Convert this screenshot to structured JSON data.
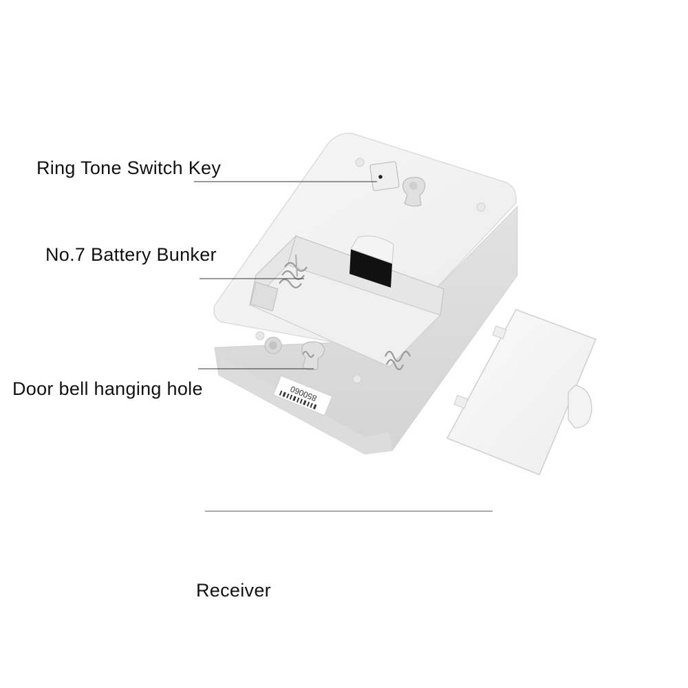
{
  "callouts": {
    "ring_tone": "Ring Tone Switch Key",
    "battery": "No.7 Battery Bunker",
    "hanging_hole": "Door bell hanging hole"
  },
  "caption": "Receiver",
  "device": {
    "serial_label": "850060"
  }
}
